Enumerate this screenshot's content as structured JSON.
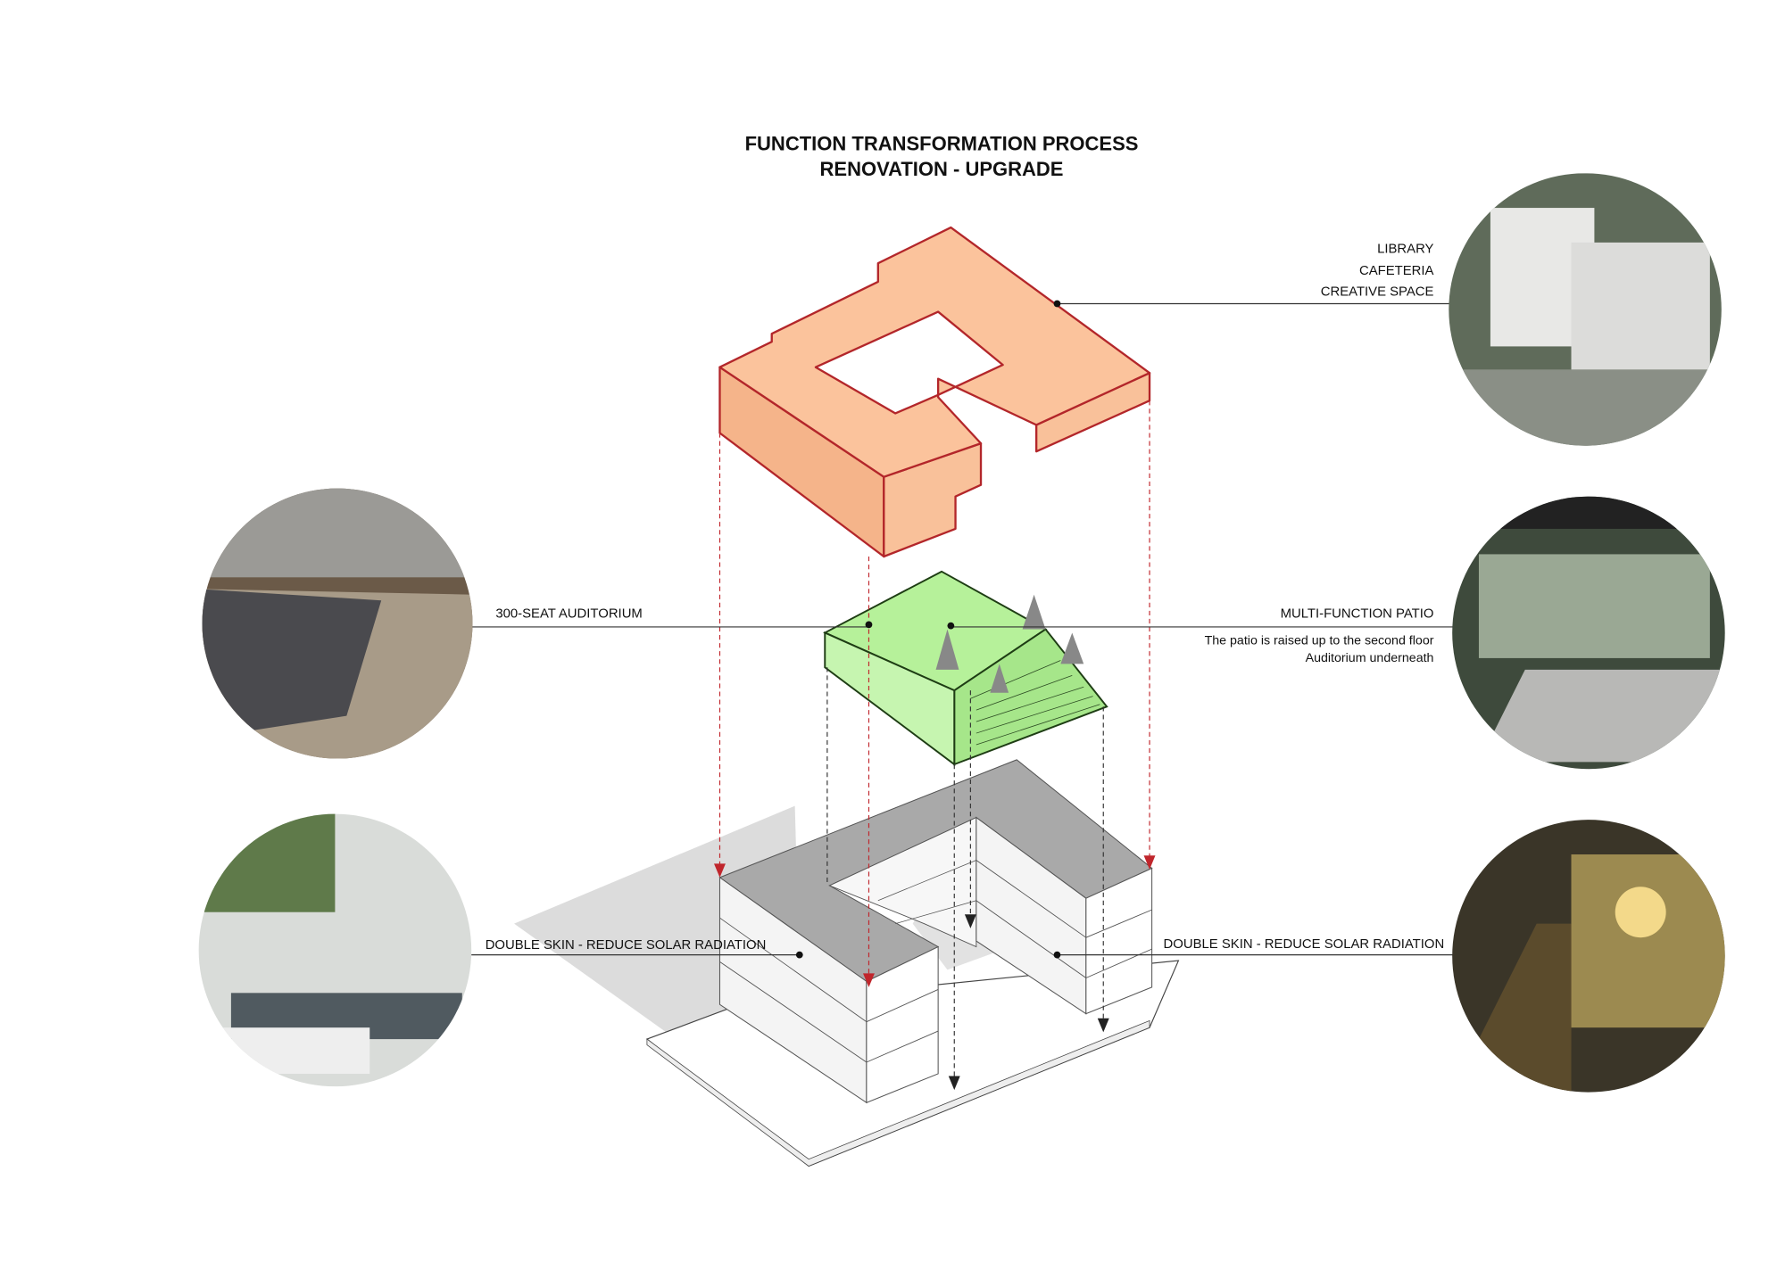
{
  "title": {
    "line1": "FUNCTION TRANSFORMATION PROCESS",
    "line2": "RENOVATION - UPGRADE"
  },
  "labels": {
    "upper_floor": [
      "LIBRARY",
      "CAFETERIA",
      "CREATIVE SPACE"
    ],
    "auditorium": "300-SEAT AUDITORIUM",
    "patio": {
      "heading": "MULTI-FUNCTION PATIO",
      "line1": "The patio is raised up to the second floor",
      "line2": "Auditorium underneath"
    },
    "double_skin_left": "DOUBLE SKIN - REDUCE SOLAR RADIATION",
    "double_skin_right": "DOUBLE SKIN - REDUCE SOLAR RADIATION"
  },
  "colors": {
    "upper_block": "#fbc39c",
    "upper_stroke": "#b3262a",
    "patio": "#b6f19a",
    "arrow_red": "#c0262c",
    "base_top": "#a9a9a9"
  }
}
